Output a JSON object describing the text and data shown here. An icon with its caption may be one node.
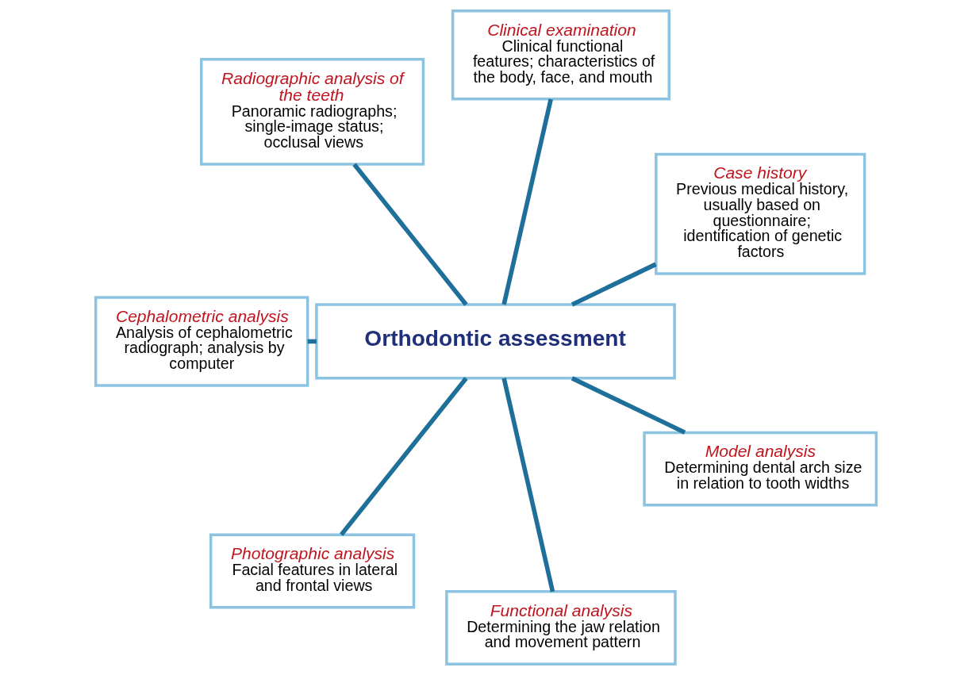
{
  "diagram": {
    "nodes": [
      {
        "text": [
          "Case history",
          "Previous medical history, usually based on questionnaire; identification of genetic factors"
        ]
      },
      {
        "text": [
          "Clinical examination",
          "Clinical functional features; characteristics of the body, face, and mouth"
        ]
      },
      {
        "text": [
          "Radiographic analysis of the teeth",
          "Panoramic radiographs; single-image status; occlusal views"
        ]
      },
      {
        "text": [
          "Orthodontic assessment"
        ]
      },
      {
        "text": [
          "Cephalometric analysis",
          "Analysis of cephalometric radiograph; analysis by computer"
        ]
      },
      {
        "text": [
          "Photographic analysis",
          "Facial features in lateral and frontal views"
        ]
      },
      {
        "text": [
          "Functional analysis",
          "Determining the jaw relation and movement pattern"
        ]
      },
      {
        "text": [
          "Model analysis",
          "Determining dental arch size in relation to tooth widths"
        ]
      }
    ],
    "edges": [
      {
        "from": 3,
        "to": 0,
        "arrow": "none"
      },
      {
        "from": 3,
        "to": 1,
        "arrow": "none"
      },
      {
        "from": 3,
        "to": 2,
        "arrow": "none"
      },
      {
        "from": 3,
        "to": 4,
        "arrow": "none"
      },
      {
        "from": 3,
        "to": 5,
        "arrow": "none"
      },
      {
        "from": 3,
        "to": 6,
        "arrow": "none"
      },
      {
        "from": 3,
        "to": 7,
        "arrow": "none"
      }
    ]
  }
}
